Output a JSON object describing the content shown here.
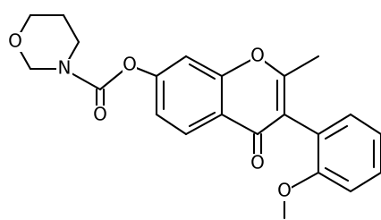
{
  "molecule": {
    "atoms": {
      "morpholine_o": "O",
      "morpholine_n": "N",
      "carbonyl_o": "O",
      "ester_o": "O",
      "ring_o": "O",
      "ketone_o": "O",
      "methoxy_o": "O"
    }
  }
}
